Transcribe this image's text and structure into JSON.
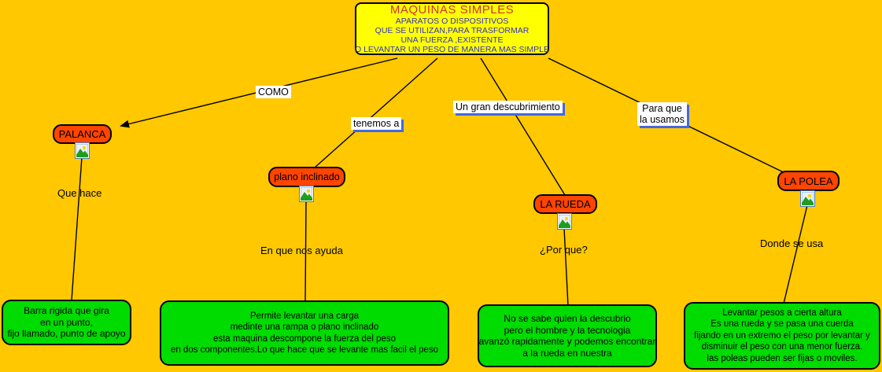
{
  "colors": {
    "background": "#FFC800",
    "root_bg": "#FFFF00",
    "root_title_text": "#CC3333",
    "root_subtitle_text": "#3232C8",
    "topic_bg": "#FF4500",
    "description_bg": "#00DB00",
    "label_bg": "#FFFFFF",
    "label_shadow": "#4169E1",
    "line": "#000000"
  },
  "root": {
    "title": "MAQUINAS SIMPLES",
    "subtitle_lines": [
      "APARATOS O DISPOSITIVOS",
      "QUE SE UTILIZAN,PARA TRASFORMAR",
      "UNA FUERZA ,EXISTENTE",
      "O LEVANTAR UN PESO DE MANERA MAS SIMPLE"
    ]
  },
  "link_labels": {
    "como": "COMO",
    "tenemos_a": "tenemos a",
    "descubrimiento": "Un gran descubrimiento",
    "para_que": [
      "Para que",
      "la usamos"
    ],
    "que_hace": "Que hace",
    "en_que_nos_ayuda": "En que nos ayuda",
    "por_que": "¿Por que?",
    "donde_se_usa": "Donde se usa"
  },
  "topics": {
    "palanca": "PALANCA",
    "plano_inclinado": "plano inclinado",
    "la_rueda": "LA RUEDA",
    "la_polea": "LA POLEA"
  },
  "icons": {
    "image_attachment": "image-attachment-icon"
  },
  "descriptions": {
    "palanca": [
      "Barra rigida que gira",
      "en un punto,",
      "fijo llamado, punto de apoyo"
    ],
    "plano_inclinado": [
      "Permite levantar una carga",
      "medinte una rampa o plano inclinado",
      "esta maquina descompone la fuerza del peso",
      "en dos componentes.Lo que hace que se levante mas facil el peso"
    ],
    "la_rueda": [
      "No se sabe quien la descubrio",
      "pero el hombre y la tecnologia",
      "avanzó rapidamente y podemos encontrar",
      "a la rueda en nuestra"
    ],
    "la_polea": [
      "Levantar pesos a cierta altura",
      "Es una rueda y se pasa una cuerda",
      "fijando en un extremo el peso por levantar y",
      "disminuir el peso con una menor fuerza.",
      "las poleas pueden ser fijas o moviles."
    ]
  }
}
